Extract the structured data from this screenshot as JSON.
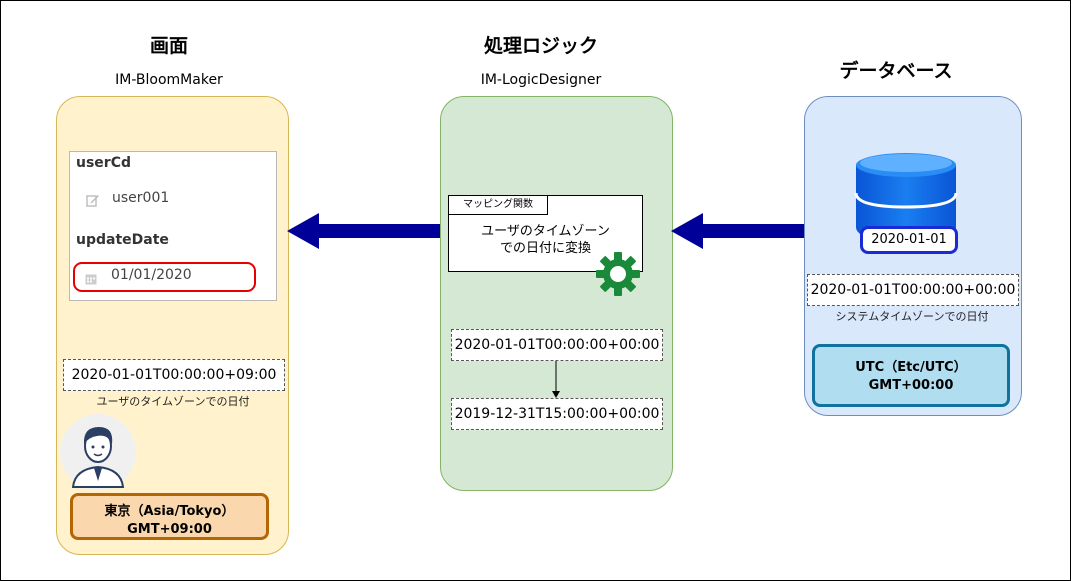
{
  "columns": {
    "screen": {
      "title": "画面",
      "subtitle": "IM-BloomMaker"
    },
    "logic": {
      "title": "処理ロジック",
      "subtitle": "IM-LogicDesigner"
    },
    "database": {
      "title": "データベース"
    }
  },
  "screen_panel": {
    "form": {
      "user_label": "userCd",
      "user_value": "user001",
      "date_label": "updateDate",
      "date_value": "01/01/2020"
    },
    "datetime": "2020-01-01T00:00:00+09:00",
    "datetime_caption": "ユーザのタイムゾーンでの日付",
    "timezone_line1": "東京（Asia/Tokyo）",
    "timezone_line2": "GMT+09:00"
  },
  "logic_panel": {
    "mapping_tab": "マッピング関数",
    "mapping_line1": "ユーザのタイムゾーン",
    "mapping_line2": "での日付に変換",
    "input_datetime": "2020-01-01T00:00:00+00:00",
    "output_datetime": "2019-12-31T15:00:00+00:00"
  },
  "database_panel": {
    "stored_date": "2020-01-01",
    "datetime": "2020-01-01T00:00:00+00:00",
    "datetime_caption": "システムタイムゾーンでの日付",
    "timezone_line1": "UTC（Etc/UTC）",
    "timezone_line2": "GMT+00:00"
  },
  "colors": {
    "screen_bg": "#fff2cc",
    "screen_border": "#d6b656",
    "logic_bg": "#d5e8d4",
    "logic_border": "#82b366",
    "db_bg": "#dae8fc",
    "db_border": "#6c8ebf",
    "arrow": "#000099",
    "gear": "#1a8a3a",
    "tokyo_box_bg": "#fad7ac",
    "tokyo_box_border": "#b46504",
    "utc_box_bg": "#b1ddf0",
    "utc_box_border": "#10739e",
    "date_highlight": "#e60000"
  },
  "icons": [
    "edit-icon",
    "calendar-icon",
    "gear-icon",
    "database-icon",
    "user-avatar-icon",
    "arrow-left-icon"
  ]
}
